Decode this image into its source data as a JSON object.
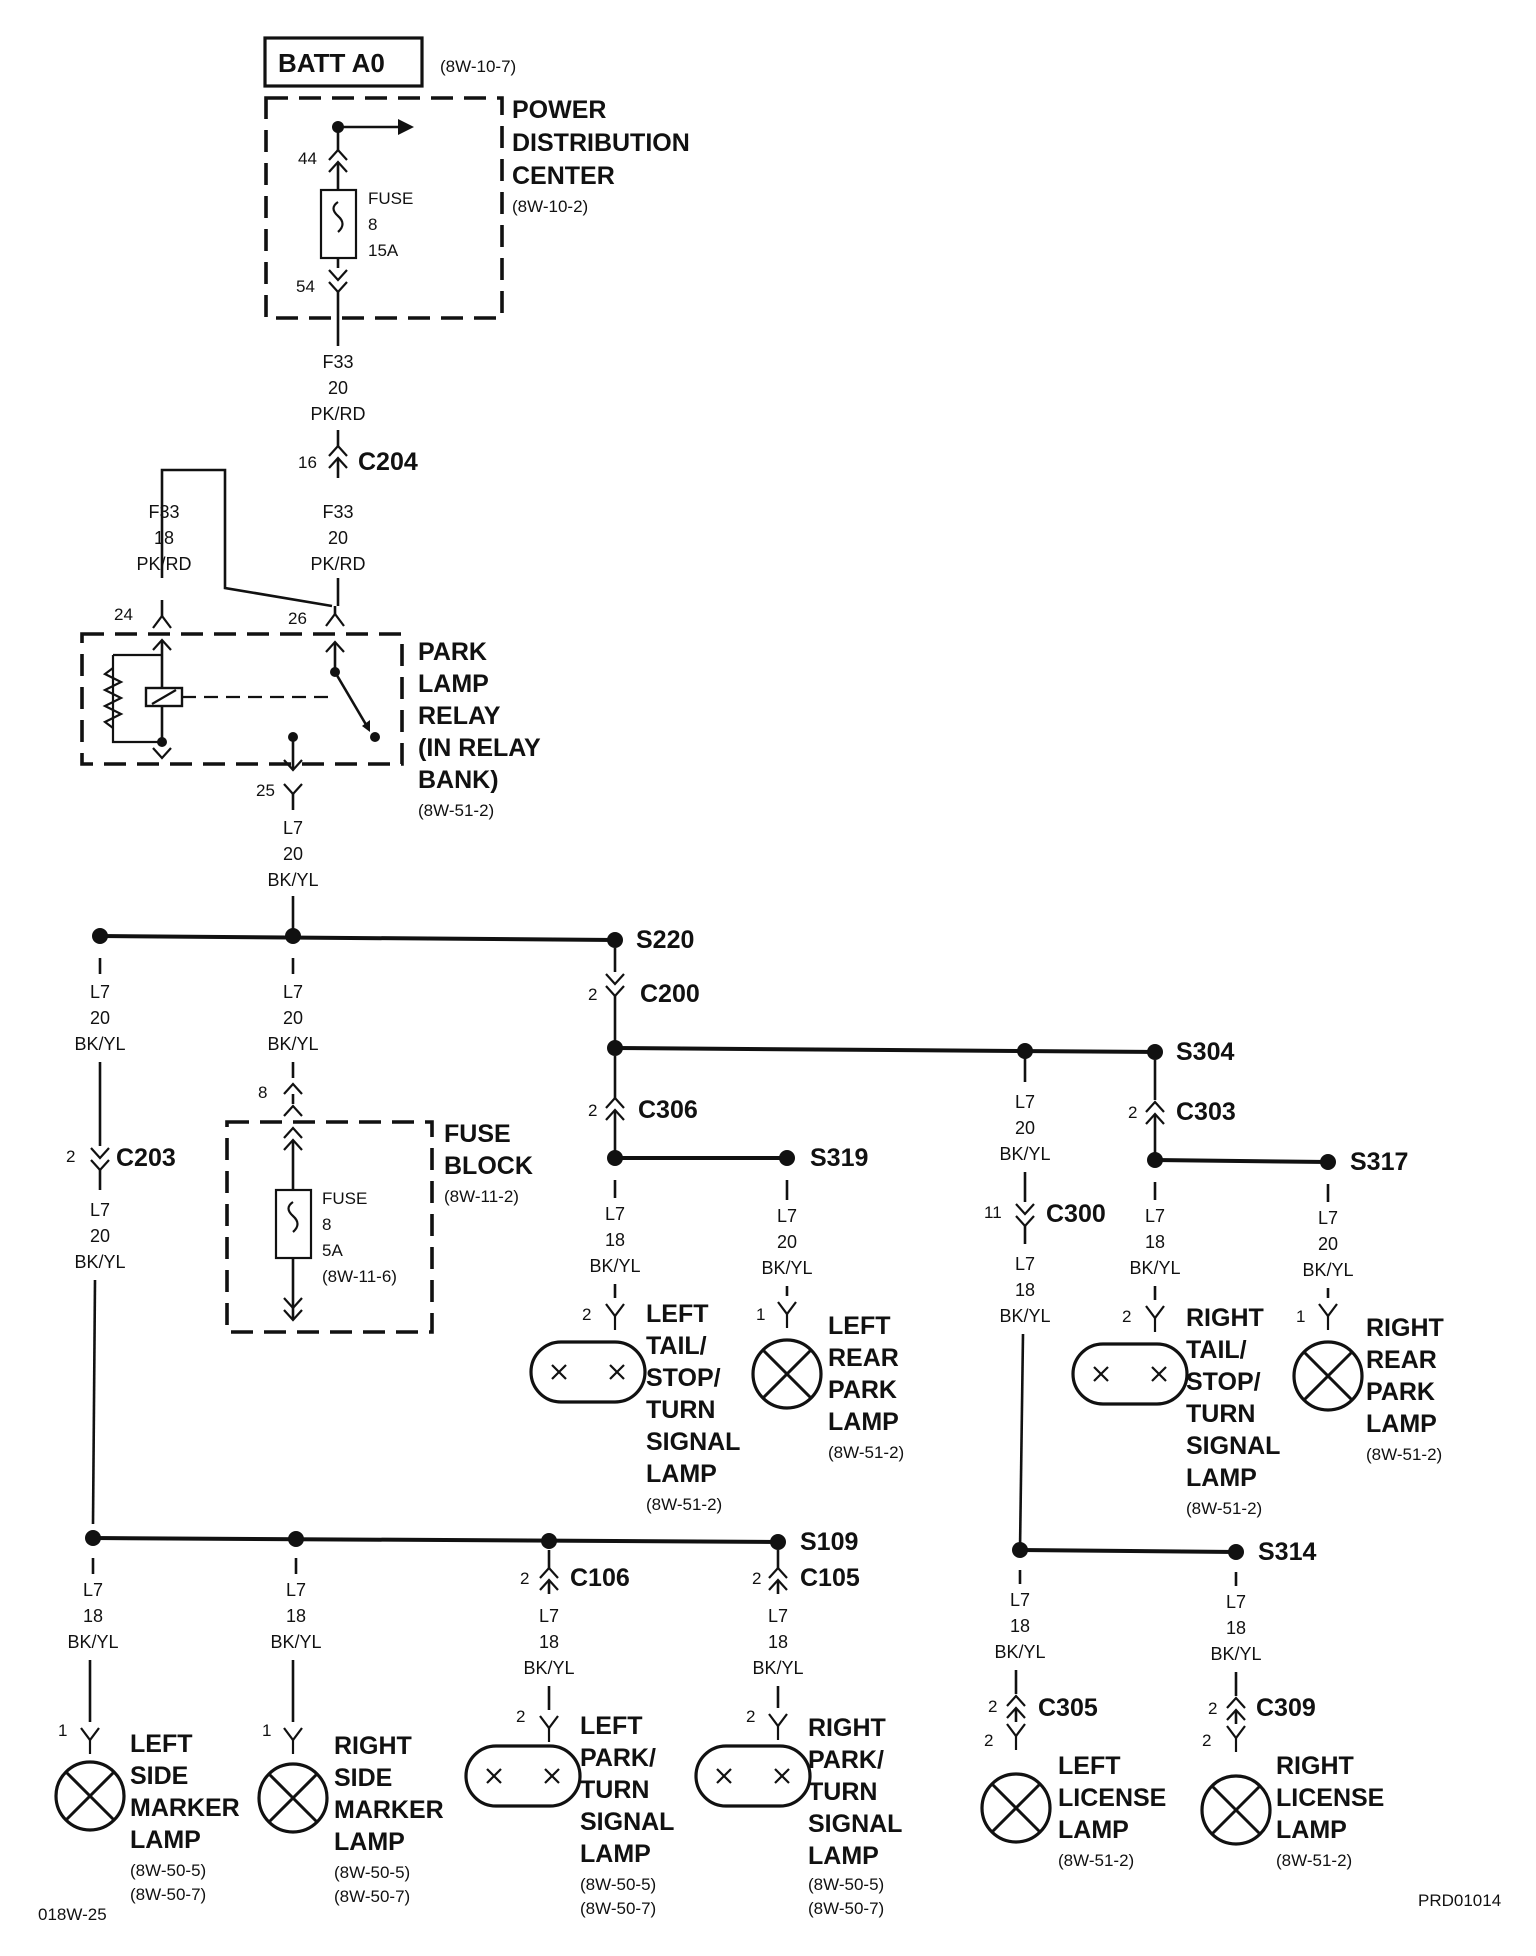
{
  "diagram": {
    "battery": {
      "label": "BATT A0",
      "ref": "(8W-10-7)"
    },
    "pdc": {
      "title": [
        "POWER",
        "DISTRIBUTION",
        "CENTER"
      ],
      "ref": "(8W-10-2)",
      "fuse": [
        "FUSE",
        "8",
        "15A"
      ],
      "pin_top": "44",
      "pin_bottom": "54"
    },
    "wire_f33_20_top": [
      "F33",
      "20",
      "PK/RD"
    ],
    "c204": {
      "label": "C204",
      "pin": "16"
    },
    "wire_f33_18": [
      "F33",
      "18",
      "PK/RD"
    ],
    "wire_f33_20_mid": [
      "F33",
      "20",
      "PK/RD"
    ],
    "relay": {
      "title": [
        "PARK",
        "LAMP",
        "RELAY",
        "(IN RELAY",
        "BANK)"
      ],
      "ref": "(8W-51-2)",
      "pin_a": "24",
      "pin_b": "26",
      "pin_c": "25"
    },
    "wire_l7_20_relay": [
      "L7",
      "20",
      "BK/YL"
    ],
    "s220": "S220",
    "c200": {
      "label": "C200",
      "pin": "2"
    },
    "wire_l7_20_a": [
      "L7",
      "20",
      "BK/YL"
    ],
    "wire_l7_20_b": [
      "L7",
      "20",
      "BK/YL"
    ],
    "c203": {
      "label": "C203",
      "pin": "2"
    },
    "wire_l7_20_c": [
      "L7",
      "20",
      "BK/YL"
    ],
    "fuse_block": {
      "title": [
        "FUSE",
        "BLOCK"
      ],
      "ref": "(8W-11-2)",
      "fuse": [
        "FUSE",
        "8",
        "5A",
        "(8W-11-6)"
      ],
      "pin": "8"
    },
    "c306": {
      "label": "C306",
      "pin": "2"
    },
    "s319": "S319",
    "wire_l7_18_lt": [
      "L7",
      "18",
      "BK/YL"
    ],
    "wire_l7_20_lrp": [
      "L7",
      "20",
      "BK/YL"
    ],
    "left_tail": {
      "title": [
        "LEFT",
        "TAIL/",
        "STOP/",
        "TURN",
        "SIGNAL",
        "LAMP"
      ],
      "ref": "(8W-51-2)",
      "pin": "2"
    },
    "left_rear_park": {
      "title": [
        "LEFT",
        "REAR",
        "PARK",
        "LAMP"
      ],
      "ref": "(8W-51-2)",
      "pin": "1"
    },
    "s304": "S304",
    "c303": {
      "label": "C303",
      "pin": "2"
    },
    "wire_l7_20_c300": [
      "L7",
      "20",
      "BK/YL"
    ],
    "c300": {
      "label": "C300",
      "pin": "11"
    },
    "wire_l7_18_c300": [
      "L7",
      "18",
      "BK/YL"
    ],
    "s317": "S317",
    "wire_l7_18_rt": [
      "L7",
      "18",
      "BK/YL"
    ],
    "wire_l7_20_rrp": [
      "L7",
      "20",
      "BK/YL"
    ],
    "right_tail": {
      "title": [
        "RIGHT",
        "TAIL/",
        "STOP/",
        "TURN",
        "SIGNAL",
        "LAMP"
      ],
      "ref": "(8W-51-2)",
      "pin": "2"
    },
    "right_rear_park": {
      "title": [
        "RIGHT",
        "REAR",
        "PARK",
        "LAMP"
      ],
      "ref": "(8W-51-2)",
      "pin": "1"
    },
    "s109": "S109",
    "c106": {
      "label": "C106",
      "pin": "2"
    },
    "c105": {
      "label": "C105",
      "pin": "2"
    },
    "wire_lsm": [
      "L7",
      "18",
      "BK/YL"
    ],
    "wire_rsm": [
      "L7",
      "18",
      "BK/YL"
    ],
    "wire_lpt": [
      "L7",
      "18",
      "BK/YL"
    ],
    "wire_rpt": [
      "L7",
      "18",
      "BK/YL"
    ],
    "left_side_marker": {
      "title": [
        "LEFT",
        "SIDE",
        "MARKER",
        "LAMP"
      ],
      "ref": [
        "(8W-50-5)",
        "(8W-50-7)"
      ],
      "pin": "1"
    },
    "right_side_marker": {
      "title": [
        "RIGHT",
        "SIDE",
        "MARKER",
        "LAMP"
      ],
      "ref": [
        "(8W-50-5)",
        "(8W-50-7)"
      ],
      "pin": "1"
    },
    "left_park_turn": {
      "title": [
        "LEFT",
        "PARK/",
        "TURN",
        "SIGNAL",
        "LAMP"
      ],
      "ref": [
        "(8W-50-5)",
        "(8W-50-7)"
      ],
      "pin": "2"
    },
    "right_park_turn": {
      "title": [
        "RIGHT",
        "PARK/",
        "TURN",
        "SIGNAL",
        "LAMP"
      ],
      "ref": [
        "(8W-50-5)",
        "(8W-50-7)"
      ],
      "pin": "2"
    },
    "s314": "S314",
    "wire_llic": [
      "L7",
      "18",
      "BK/YL"
    ],
    "wire_rlic": [
      "L7",
      "18",
      "BK/YL"
    ],
    "c305": {
      "label": "C305",
      "pin": "2"
    },
    "c309": {
      "label": "C309",
      "pin": "2"
    },
    "left_license": {
      "title": [
        "LEFT",
        "LICENSE",
        "LAMP"
      ],
      "ref": "(8W-51-2)",
      "pin": "2"
    },
    "right_license": {
      "title": [
        "RIGHT",
        "LICENSE",
        "LAMP"
      ],
      "ref": "(8W-51-2)",
      "pin": "2"
    },
    "footer_left": "018W-25",
    "footer_right": "PRD01014"
  }
}
